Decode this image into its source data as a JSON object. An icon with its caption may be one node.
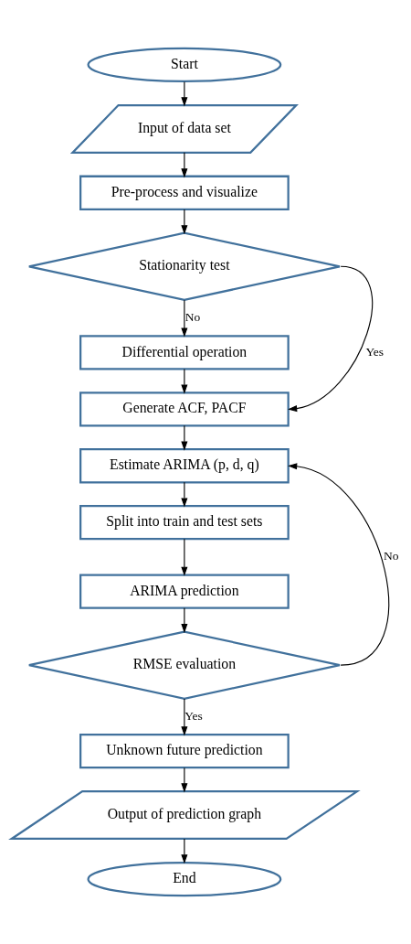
{
  "diagram": {
    "nodes": [
      {
        "text": [
          "Start"
        ]
      },
      {
        "text": [
          "Input of data set"
        ]
      },
      {
        "text": [
          "Pre-process and visualize"
        ]
      },
      {
        "text": [
          "Stationarity test"
        ]
      },
      {
        "text": [
          "Differential operation"
        ]
      },
      {
        "text": [
          "Generate ACF, PACF"
        ]
      },
      {
        "text": [
          "Estimate ARIMA (p, d, q)"
        ]
      },
      {
        "text": [
          "Split into train and test sets"
        ]
      },
      {
        "text": [
          "ARIMA prediction"
        ]
      },
      {
        "text": [
          "RMSE evaluation"
        ]
      },
      {
        "text": [
          "Unknown future prediction"
        ]
      },
      {
        "text": [
          "Output of prediction graph"
        ]
      },
      {
        "text": [
          "End"
        ]
      }
    ],
    "edges": [
      {
        "from": 0,
        "to": 1,
        "arrow": "to"
      },
      {
        "from": 1,
        "to": 2,
        "arrow": "to"
      },
      {
        "from": 2,
        "to": 3,
        "arrow": "to"
      },
      {
        "from": 3,
        "to": 4,
        "arrow": "to",
        "label": "No"
      },
      {
        "from": 4,
        "to": 5,
        "arrow": "to"
      },
      {
        "from": 3,
        "to": 5,
        "arrow": "to",
        "label": "Yes"
      },
      {
        "from": 5,
        "to": 6,
        "arrow": "to"
      },
      {
        "from": 6,
        "to": 7,
        "arrow": "to"
      },
      {
        "from": 7,
        "to": 8,
        "arrow": "to"
      },
      {
        "from": 8,
        "to": 9,
        "arrow": "to"
      },
      {
        "from": 9,
        "to": 6,
        "arrow": "to",
        "label": "No"
      },
      {
        "from": 9,
        "to": 10,
        "arrow": "to",
        "label": "Yes"
      },
      {
        "from": 10,
        "to": 11,
        "arrow": "to"
      },
      {
        "from": 11,
        "to": 12,
        "arrow": "to"
      }
    ]
  }
}
